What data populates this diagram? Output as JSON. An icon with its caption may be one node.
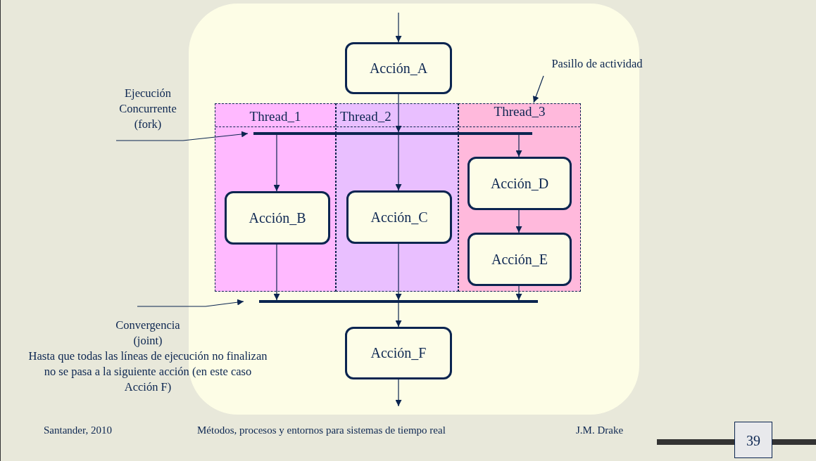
{
  "diagram": {
    "nodes": [
      {
        "text": [
          "Thread_1"
        ]
      },
      {
        "text": [
          "Thread_2"
        ]
      },
      {
        "text": [
          "Thread_3"
        ]
      },
      {
        "text": [
          "Acción_A"
        ]
      },
      {
        "text": [],
        "shape": "bar"
      },
      {
        "text": [
          "Acción_B"
        ],
        "in": 0
      },
      {
        "text": [
          "Acción_C"
        ],
        "in": 1
      },
      {
        "text": [
          "Acción_D"
        ],
        "in": 2
      },
      {
        "text": [
          "Acción_E"
        ],
        "in": 2
      },
      {
        "text": [],
        "shape": "bar"
      },
      {
        "text": [
          "Acción_F"
        ]
      },
      {
        "text": [
          "Pasillo de actividad"
        ]
      },
      {
        "text": [
          "Ejecución Concurrente (fork)"
        ]
      },
      {
        "text": [
          "Convergencia (joint)",
          "Hasta que todas las líneas de ejecución no finalizan no se pasa a la siguiente acción (en este caso Acción F)"
        ]
      }
    ],
    "edges": [
      {
        "from": null,
        "to": 3,
        "arrow": "to"
      },
      {
        "from": 3,
        "to": 4,
        "arrow": "to"
      },
      {
        "from": 4,
        "to": 5,
        "arrow": "to"
      },
      {
        "from": 4,
        "to": 6,
        "arrow": "to"
      },
      {
        "from": 4,
        "to": 7,
        "arrow": "to"
      },
      {
        "from": 7,
        "to": 8,
        "arrow": "to"
      },
      {
        "from": 5,
        "to": 9,
        "arrow": "to"
      },
      {
        "from": 6,
        "to": 9,
        "arrow": "to"
      },
      {
        "from": 8,
        "to": 9,
        "arrow": "to"
      },
      {
        "from": 9,
        "to": 10,
        "arrow": "to"
      },
      {
        "from": 10,
        "to": null,
        "arrow": "to"
      },
      {
        "from": 11,
        "to": 2,
        "arrow": "to"
      },
      {
        "from": 12,
        "to": 4,
        "arrow": "to"
      },
      {
        "from": 13,
        "to": 9,
        "arrow": "to"
      }
    ],
    "labels": [
      "Santander, 2010",
      "Métodos, procesos y entornos para sistemas de tiempo real",
      "J.M. Drake",
      "39"
    ]
  }
}
